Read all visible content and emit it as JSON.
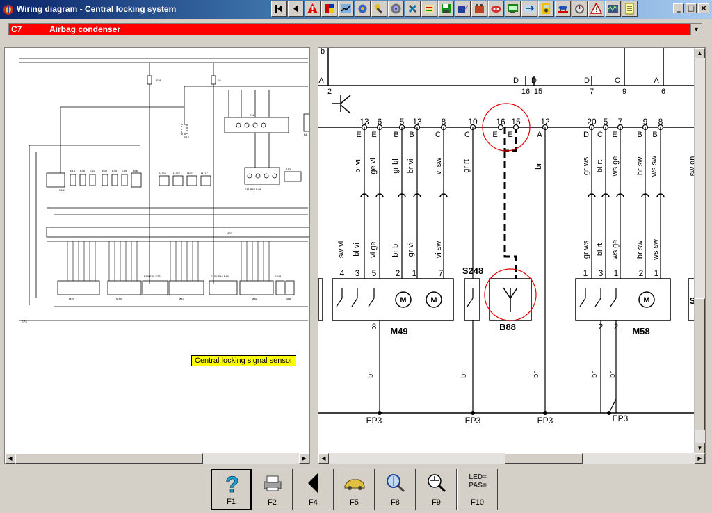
{
  "window": {
    "title": "Wiring diagram - Central locking system"
  },
  "component_selector": {
    "code": "C7",
    "name": "Airbag condenser"
  },
  "tooltip": "Central locking signal sensor",
  "toolbar_icons": [
    "first-page-icon",
    "previous-page-icon",
    "warning-icon",
    "color-icon",
    "chart-icon",
    "gear-icon",
    "wrench-icon",
    "disc-icon",
    "tools-icon",
    "fuse-icon",
    "floppy-icon",
    "oilcan-icon",
    "battery-icon",
    "car-icon",
    "monitor-icon",
    "transfer-icon",
    "multimeter-icon",
    "car-lift-icon",
    "timer-icon",
    "alert-icon",
    "scope-icon",
    "notes-icon"
  ],
  "window_buttons": {
    "minimize": "_",
    "maximize": "□",
    "close": "×"
  },
  "function_keys": [
    {
      "key": "F1",
      "icon": "help-icon",
      "active": true
    },
    {
      "key": "F2",
      "icon": "printer-icon",
      "active": false
    },
    {
      "key": "F4",
      "icon": "back-arrow-icon",
      "active": false
    },
    {
      "key": "F5",
      "icon": "car-icon",
      "active": false
    },
    {
      "key": "F8",
      "icon": "zoom-icon",
      "active": false
    },
    {
      "key": "F9",
      "icon": "ground-search-icon",
      "active": false
    },
    {
      "key": "F10",
      "icon": "led-pas-icon",
      "active": false,
      "text": "LED=\nPAS="
    }
  ],
  "diagram": {
    "top_letters": [
      {
        "t": "A"
      },
      {
        "t": "D"
      },
      {
        "t": "D"
      },
      {
        "t": "D"
      },
      {
        "t": "C"
      },
      {
        "t": "A"
      }
    ],
    "top_numbers": [
      {
        "t": "2"
      },
      {
        "t": "16"
      },
      {
        "t": "15"
      },
      {
        "t": "7"
      },
      {
        "t": "9"
      },
      {
        "t": "6"
      }
    ],
    "pin_numbers": [
      "13",
      "6",
      "5",
      "13",
      "8",
      "10",
      "16",
      "15",
      "12",
      "20",
      "5",
      "7",
      "9",
      "8"
    ],
    "pin_letters": [
      "E",
      "E",
      "B",
      "B",
      "C",
      "C",
      "E",
      "E",
      "A",
      "D",
      "C",
      "E",
      "B",
      "B"
    ],
    "wire_colors": [
      "bl vi",
      "ge vi",
      "gr bl",
      "br vi",
      "vi sw",
      "gr rt",
      "br",
      "gr ws",
      "bl rt",
      "ws ge",
      "br sw",
      "ws sw",
      "sw gn"
    ],
    "lower_wire_colors": [
      "sw vi",
      "bl vi",
      "vi ge",
      "br bl",
      "gr vi",
      "vi sw",
      "gr ws",
      "bl rt",
      "ws ge",
      "br sw",
      "ws sw"
    ],
    "components": {
      "m49": "M49",
      "s248": "S248",
      "b88": "B88",
      "m58": "M58",
      "s_partial": "S"
    },
    "m49_pins": [
      "4",
      "3",
      "5",
      "2",
      "1",
      "7",
      "8"
    ],
    "m58_pins": [
      "1",
      "3",
      "1",
      "2",
      "1",
      "2",
      "2"
    ],
    "ground_wire": "br",
    "grounds": [
      "EP3",
      "EP3",
      "EP3",
      "EP3"
    ],
    "partial_label": "b"
  },
  "overview": {
    "labels": [
      "F38",
      "F6",
      "E12",
      "S169",
      "E10",
      "E46",
      "E41",
      "E39",
      "E45",
      "E49",
      "B96",
      "M154",
      "M157",
      "M97",
      "M117",
      "E11",
      "B62",
      "E48",
      "A13",
      "B8",
      "A31",
      "M49",
      "M48",
      "M47",
      "M46",
      "E10",
      "E45",
      "E36",
      "E100",
      "E48",
      "E46",
      "E14",
      "S248",
      "B88",
      "EP3"
    ]
  }
}
